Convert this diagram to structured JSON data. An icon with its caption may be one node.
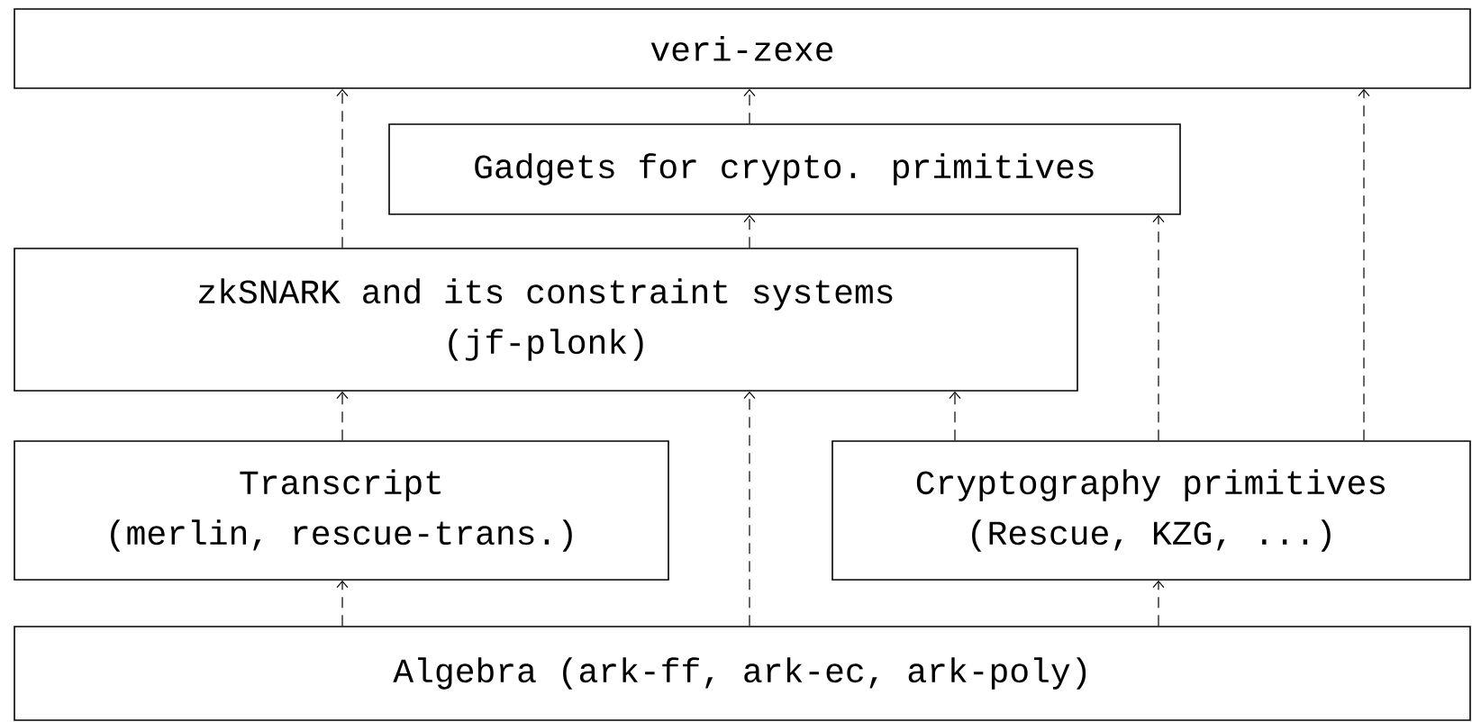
{
  "diagram": {
    "nodes": [
      {
        "text": [
          "veri-zexe"
        ]
      },
      {
        "text": [
          "Gadgets for crypto. primitives"
        ]
      },
      {
        "text": [
          "zkSNARK and its constraint systems",
          "(jf-plonk)"
        ]
      },
      {
        "text": [
          "Transcript",
          "(merlin, rescue-trans.)"
        ]
      },
      {
        "text": [
          "Cryptography primitives",
          "(Rescue, KZG, ...)"
        ]
      },
      {
        "text": [
          "Algebra (ark-ff, ark-ec, ark-poly)"
        ]
      }
    ],
    "edges": [
      {
        "from": 2,
        "to": 0,
        "arrow": "to",
        "style": "dashed"
      },
      {
        "from": 1,
        "to": 0,
        "arrow": "to",
        "style": "dashed"
      },
      {
        "from": 4,
        "to": 0,
        "arrow": "to",
        "style": "dashed"
      },
      {
        "from": 2,
        "to": 1,
        "arrow": "to",
        "style": "dashed"
      },
      {
        "from": 4,
        "to": 1,
        "arrow": "to",
        "style": "dashed"
      },
      {
        "from": 3,
        "to": 2,
        "arrow": "to",
        "style": "dashed"
      },
      {
        "from": 5,
        "to": 2,
        "arrow": "to",
        "style": "dashed"
      },
      {
        "from": 4,
        "to": 2,
        "arrow": "to",
        "style": "dashed"
      },
      {
        "from": 5,
        "to": 3,
        "arrow": "to",
        "style": "dashed"
      },
      {
        "from": 5,
        "to": 4,
        "arrow": "to",
        "style": "dashed"
      }
    ]
  }
}
